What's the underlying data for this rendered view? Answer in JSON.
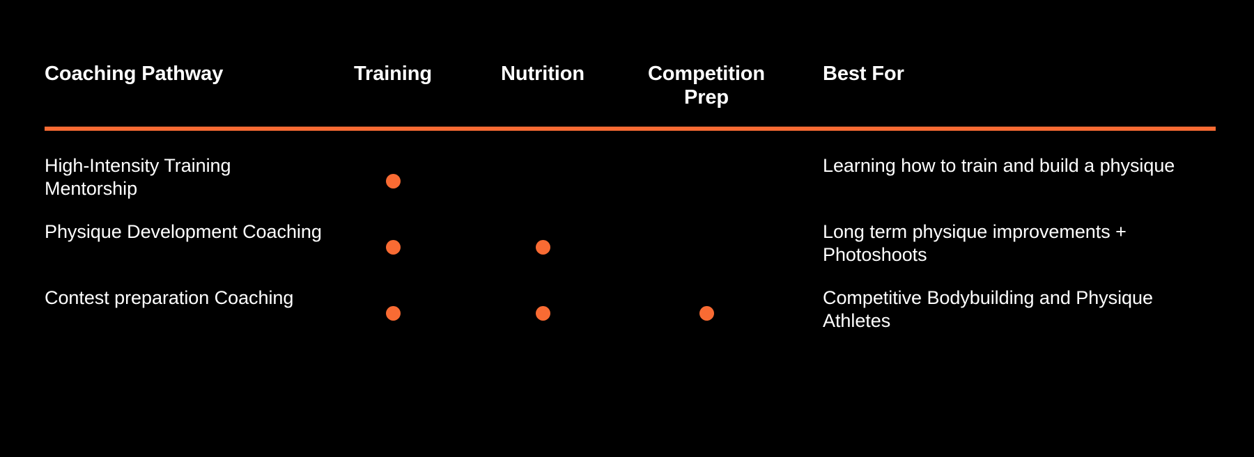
{
  "theme": {
    "background": "#000000",
    "text": "#ffffff",
    "accent": "#F96B33"
  },
  "table": {
    "columns": [
      {
        "key": "pathway",
        "label": "Coaching Pathway",
        "align": "left"
      },
      {
        "key": "training",
        "label": "Training",
        "align": "center"
      },
      {
        "key": "nutrition",
        "label": "Nutrition",
        "align": "center"
      },
      {
        "key": "competition",
        "label": "Competition Prep",
        "align": "center"
      },
      {
        "key": "best_for",
        "label": "Best For",
        "align": "left"
      }
    ],
    "divider_color": "#F96B33",
    "rows": [
      {
        "pathway": "High-Intensity Training Mentorship",
        "training": true,
        "nutrition": false,
        "competition": false,
        "best_for": "Learning how to train and build a physique"
      },
      {
        "pathway": "Physique Development Coaching",
        "training": true,
        "nutrition": true,
        "competition": false,
        "best_for": "Long term physique improvements + Photoshoots"
      },
      {
        "pathway": "Contest preparation Coaching",
        "training": true,
        "nutrition": true,
        "competition": true,
        "best_for": "Competitive Bodybuilding and Physique Athletes"
      }
    ],
    "mark_icon": "filled-dot-icon"
  }
}
